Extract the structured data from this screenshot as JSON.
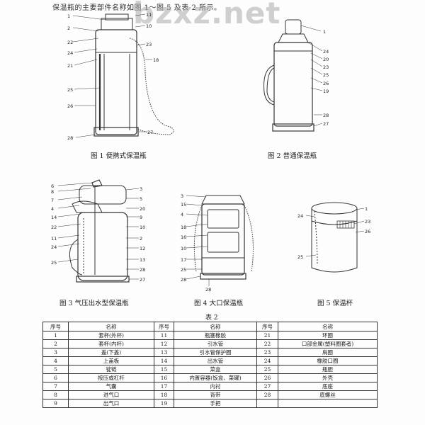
{
  "intro": "保温瓶的主要部件名称如图 1～图 5 及表 2 所示。",
  "watermark": "bzxz.net",
  "figures": [
    {
      "caption": "图 1 便携式保温瓶",
      "callouts": [
        "1",
        "2",
        "22",
        "24",
        "21",
        "25",
        "26",
        "28",
        "11",
        "10",
        "23",
        "18",
        "27"
      ]
    },
    {
      "caption": "图 2 普通保温瓶",
      "callouts": [
        "1",
        "24",
        "20",
        "23",
        "25",
        "26",
        "19",
        "28",
        "27"
      ]
    },
    {
      "caption": "图 3 气压出水型保温瓶",
      "callouts": [
        "6",
        "8",
        "7",
        "4",
        "14",
        "22",
        "11",
        "24",
        "25",
        "3",
        "5",
        "20",
        "9",
        "10",
        "2",
        "12",
        "13",
        "28",
        "27"
      ]
    },
    {
      "caption": "图 4 大口保温瓶",
      "callouts": [
        "3",
        "15",
        "4",
        "18",
        "16",
        "10",
        "17",
        "25",
        "28",
        "28"
      ]
    },
    {
      "caption": "图 5 保温杯",
      "callouts": [
        "24",
        "1",
        "23",
        "26",
        "25"
      ]
    }
  ],
  "table": {
    "title": "表 2",
    "headers": [
      "序号",
      "名称",
      "序号",
      "名称",
      "序号",
      "名称"
    ],
    "rows": [
      [
        "1",
        "套杯(外杯)",
        "11",
        "瓶塞橡胶",
        "21",
        "环圈"
      ],
      [
        "2",
        "套杯(内杯)",
        "12",
        "引水管",
        "22",
        "口部金属(塑料圈套者)"
      ],
      [
        "3",
        "盖(下盖)",
        "13",
        "引水管保护圈",
        "23",
        "肩圈"
      ],
      [
        "4",
        "上盖板",
        "14",
        "出水管",
        "24",
        "橡胶口圈"
      ],
      [
        "5",
        "锭链",
        "15",
        "菜盒",
        "25",
        "瓶胆"
      ],
      [
        "6",
        "按压或杠杆",
        "16",
        "内置容器(饭盒、菜罐)",
        "26",
        "外壳"
      ],
      [
        "7",
        "气囊",
        "17",
        "内衬",
        "27",
        "底座"
      ],
      [
        "8",
        "进气口",
        "18",
        "背带",
        "28",
        "底螺丝"
      ],
      [
        "9",
        "出气口",
        "19",
        "手把",
        "",
        ""
      ]
    ]
  }
}
